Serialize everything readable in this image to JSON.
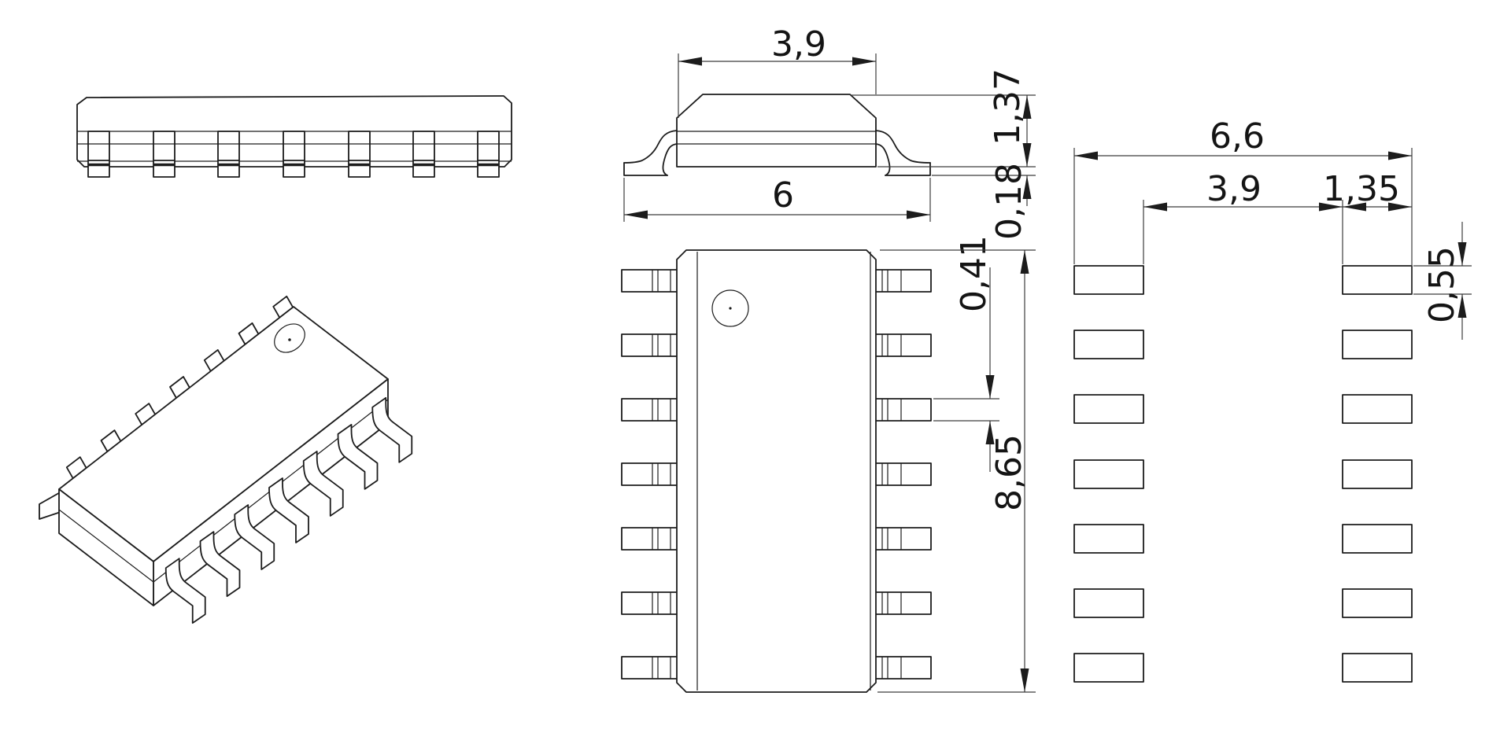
{
  "package_views": {
    "front": {
      "dims": {
        "body_top_width": "3,9",
        "lead_span": "6",
        "body_height": "1,37",
        "lead_standoff": "0,18"
      }
    },
    "plan": {
      "pins_per_side": 7,
      "dims": {
        "lead_width": "0,41",
        "body_length": "8,65"
      }
    },
    "footprint": {
      "pad_rows": 7,
      "pad_columns": 2,
      "dims": {
        "overall_width": "6,6",
        "column_gap": "3,9",
        "pad_width": "1,35",
        "pad_height": "0,55"
      }
    }
  },
  "colors": {
    "background": "#ffffff",
    "object_line": "#1c1c1c",
    "dimension_line": "#3c3c3c",
    "text": "#141414"
  }
}
